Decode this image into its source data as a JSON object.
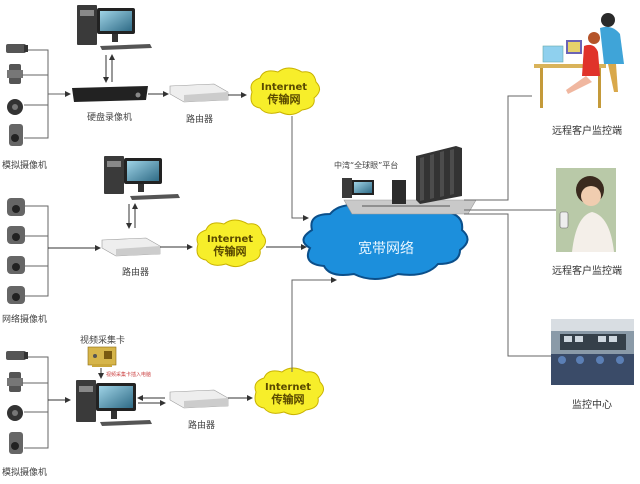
{
  "diagram": {
    "title": "",
    "groups": [
      {
        "id": "analog-dvr",
        "camera_label": "模拟摄像机",
        "recorder_label": "硬盘录像机",
        "router_label": "路由器",
        "cloud": {
          "line1": "Internet",
          "line2": "传输网"
        }
      },
      {
        "id": "network-cams",
        "camera_label": "网络摄像机",
        "router_label": "路由器",
        "cloud": {
          "line1": "Internet",
          "line2": "传输网"
        }
      },
      {
        "id": "analog-capture",
        "camera_label": "模拟摄像机",
        "capture_card_label": "视频采集卡",
        "capture_note": "视频采集卡插入电脑",
        "router_label": "路由器",
        "cloud": {
          "line1": "Internet",
          "line2": "传输网"
        }
      }
    ],
    "center": {
      "platform_label": "中湾“全球眼”平台",
      "network_label": "宽带网络"
    },
    "endpoints": [
      {
        "label": "远程客户监控端"
      },
      {
        "label": "远程客户监控端"
      },
      {
        "label": "监控中心"
      }
    ],
    "colors": {
      "cloud_yellow": "#f7ee2a",
      "cloud_blue": "#1c8fdc",
      "wire": "#666666"
    }
  }
}
